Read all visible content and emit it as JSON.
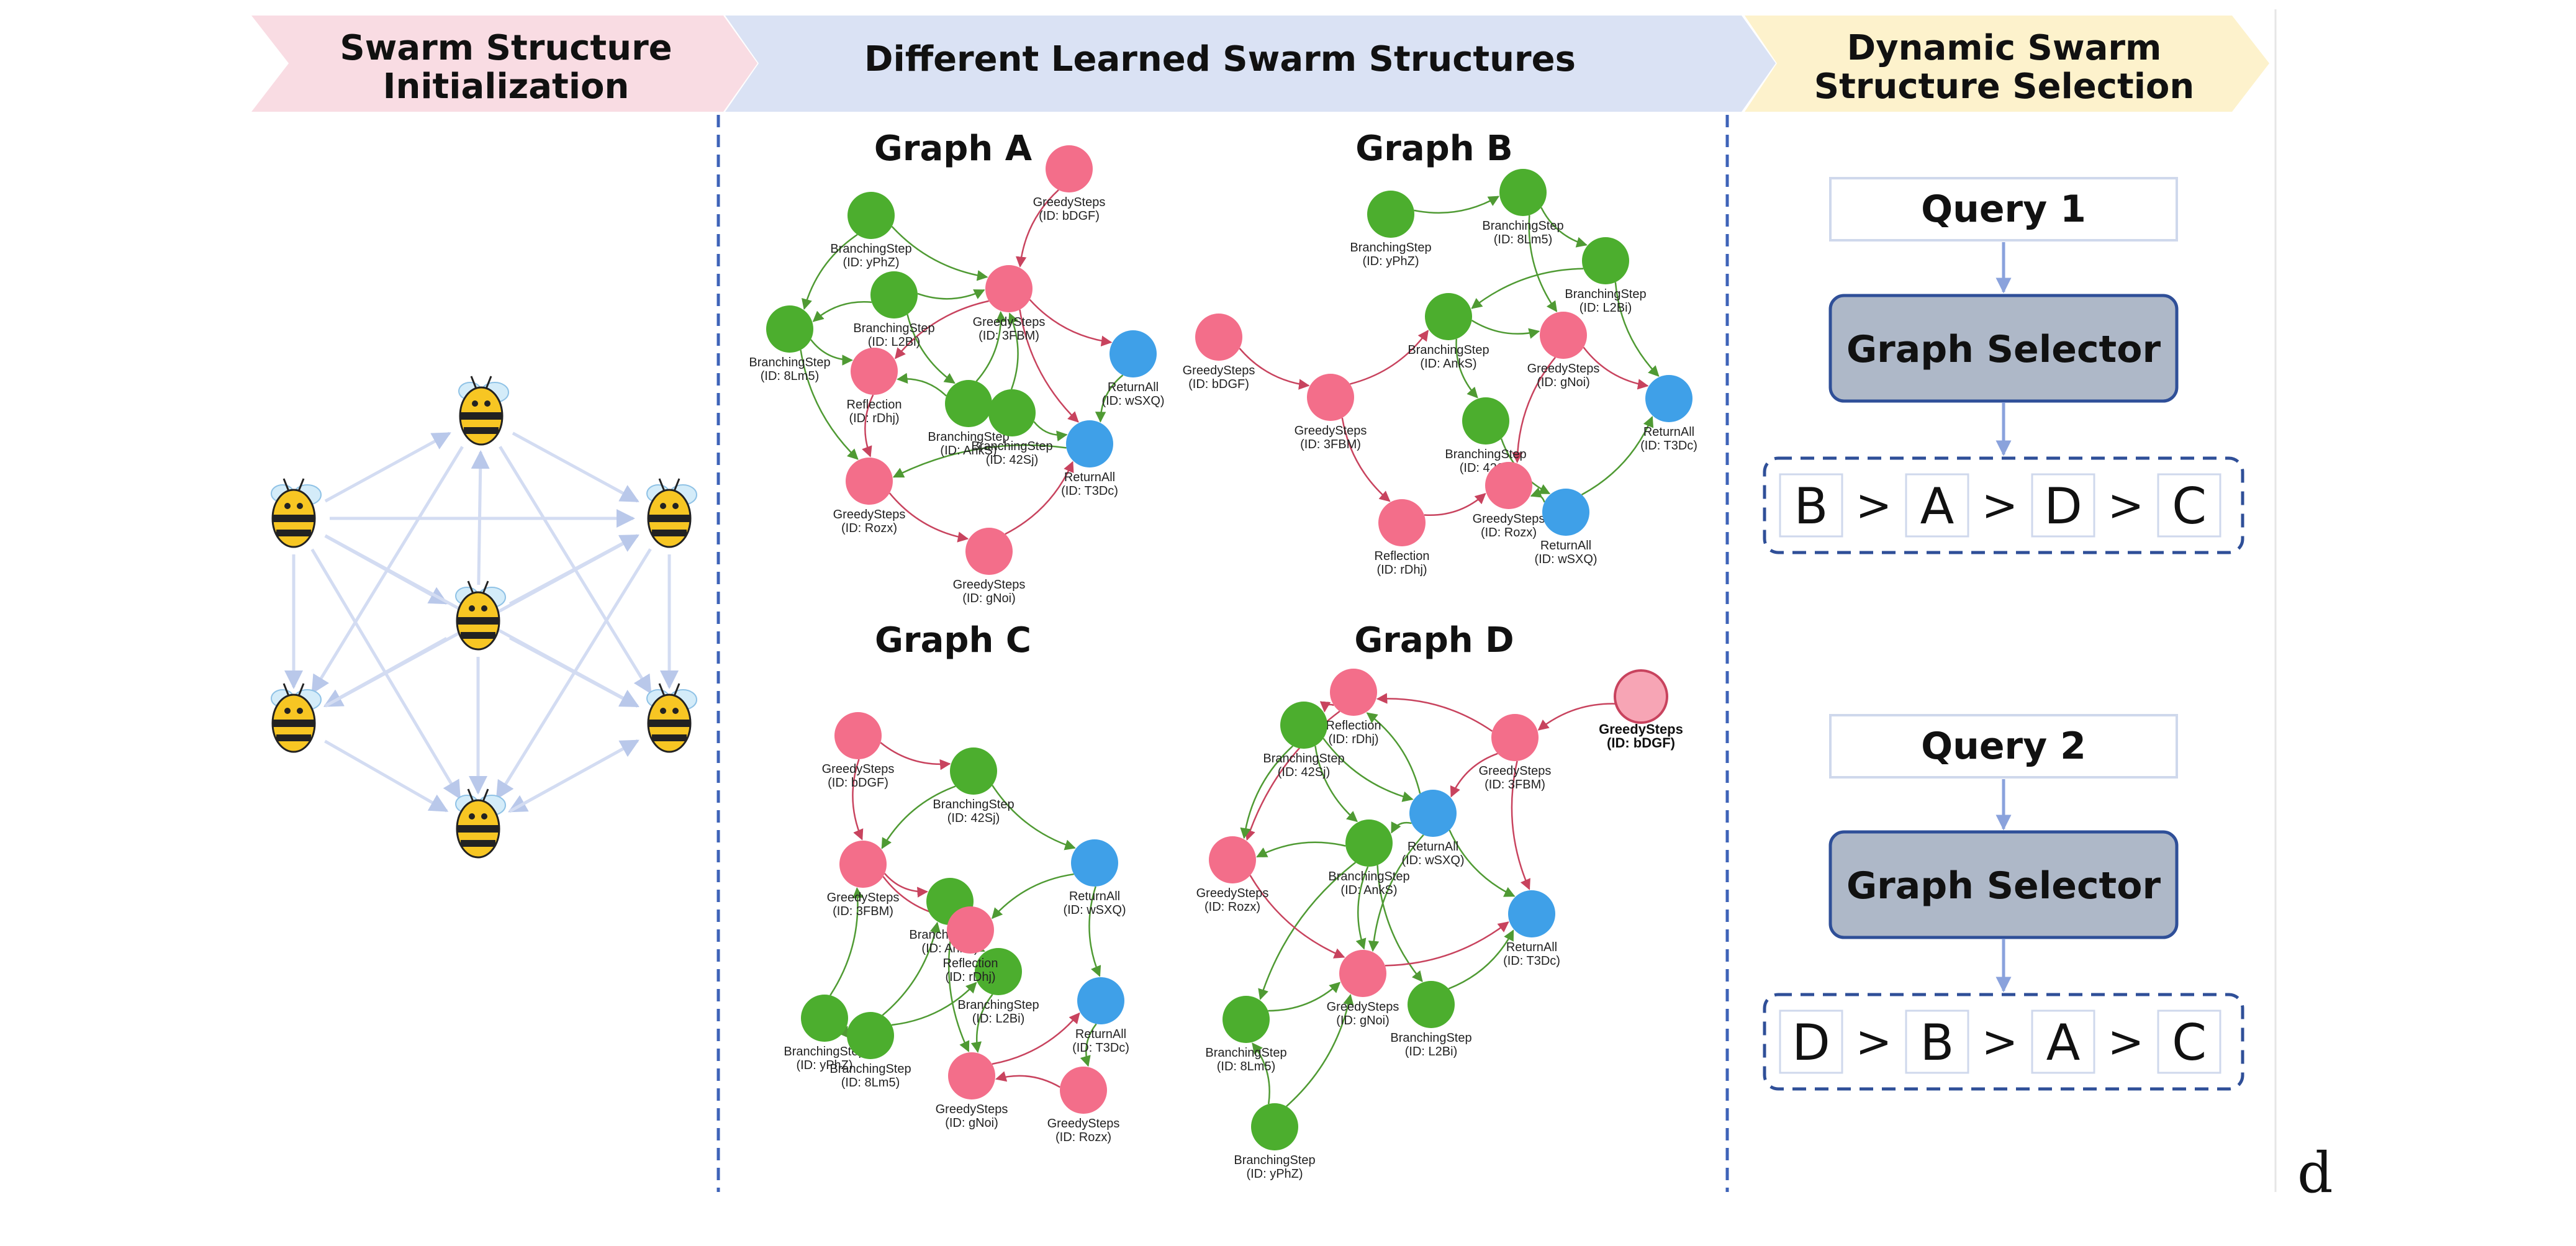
{
  "stages": {
    "init": [
      "Swarm Structure",
      "Initialization"
    ],
    "learned": [
      "Different Learned Swarm Structures"
    ],
    "selection": [
      "Dynamic Swarm",
      "Structure Selection"
    ]
  },
  "colors": {
    "init_header": "#f9dce3",
    "learned_header": "#dae2f4",
    "selection_header": "#fdf2cc",
    "greedy_node": "#f36e8a",
    "branching_node": "#4cae2e",
    "returnall_node": "#3fa0e8",
    "greedy_edge": "#c8435e",
    "branching_edge": "#4f9a33",
    "selector_fill": "#aeb8c8",
    "selector_border": "#2f4f98",
    "dashed_border": "#3e63b8"
  },
  "icons": {
    "swarm_agents": "bee-icon",
    "swarm_edges": "arrow-icon"
  },
  "graphs": [
    {
      "id": "A",
      "title": "Graph A",
      "nodes": [
        {
          "id": "bDGF",
          "type": "GreedySteps",
          "lines": [
            "GreedySteps",
            "(ID: bDGF)"
          ]
        },
        {
          "id": "yPhZ",
          "type": "BranchingStep",
          "lines": [
            "BranchingStep",
            "(ID: yPhZ)"
          ]
        },
        {
          "id": "3FBM",
          "type": "GreedySteps",
          "lines": [
            "GreedySteps",
            "(ID: 3FBM)"
          ]
        },
        {
          "id": "L2Bi",
          "type": "BranchingStep",
          "lines": [
            "BranchingStep",
            "(ID: L2Bi)"
          ]
        },
        {
          "id": "8Lm5",
          "type": "BranchingStep",
          "lines": [
            "BranchingStep",
            "(ID: 8Lm5)"
          ]
        },
        {
          "id": "rDhj",
          "type": "Reflection",
          "lines": [
            "Reflection",
            "(ID: rDhj)"
          ]
        },
        {
          "id": "AnkS",
          "type": "BranchingStep",
          "lines": [
            "BranchingStep",
            "(ID: AnkS)"
          ]
        },
        {
          "id": "42Sj",
          "type": "BranchingStep",
          "lines": [
            "BranchingStep",
            "(ID: 42Sj)"
          ]
        },
        {
          "id": "wSXQ",
          "type": "ReturnAll",
          "lines": [
            "ReturnAll",
            "(ID: wSXQ)"
          ]
        },
        {
          "id": "T3Dc",
          "type": "ReturnAll",
          "lines": [
            "ReturnAll",
            "(ID: T3Dc)"
          ]
        },
        {
          "id": "Rozx",
          "type": "GreedySteps",
          "lines": [
            "GreedySteps",
            "(ID: Rozx)"
          ]
        },
        {
          "id": "gNoi",
          "type": "GreedySteps",
          "lines": [
            "GreedySteps",
            "(ID: gNoi)"
          ]
        }
      ],
      "edges": [
        [
          "bDGF",
          "3FBM"
        ],
        [
          "yPhZ",
          "3FBM"
        ],
        [
          "yPhZ",
          "8Lm5"
        ],
        [
          "L2Bi",
          "8Lm5"
        ],
        [
          "L2Bi",
          "3FBM"
        ],
        [
          "3FBM",
          "rDhj"
        ],
        [
          "3FBM",
          "wSXQ"
        ],
        [
          "3FBM",
          "T3Dc"
        ],
        [
          "8Lm5",
          "rDhj"
        ],
        [
          "8Lm5",
          "Rozx"
        ],
        [
          "L2Bi",
          "AnkS"
        ],
        [
          "AnkS",
          "3FBM"
        ],
        [
          "AnkS",
          "rDhj"
        ],
        [
          "42Sj",
          "3FBM"
        ],
        [
          "42Sj",
          "T3Dc"
        ],
        [
          "rDhj",
          "Rozx"
        ],
        [
          "Rozx",
          "gNoi"
        ],
        [
          "gNoi",
          "T3Dc"
        ],
        [
          "T3Dc",
          "Rozx"
        ],
        [
          "wSXQ",
          "T3Dc"
        ]
      ]
    },
    {
      "id": "B",
      "title": "Graph B",
      "nodes": [
        {
          "id": "yPhZ",
          "type": "BranchingStep",
          "lines": [
            "BranchingStep",
            "(ID: yPhZ)"
          ]
        },
        {
          "id": "8Lm5",
          "type": "BranchingStep",
          "lines": [
            "BranchingStep",
            "(ID: 8Lm5)"
          ]
        },
        {
          "id": "L2Bi",
          "type": "BranchingStep",
          "lines": [
            "BranchingStep",
            "(ID: L2Bi)"
          ]
        },
        {
          "id": "bDGF",
          "type": "GreedySteps",
          "lines": [
            "GreedySteps",
            "(ID: bDGF)"
          ]
        },
        {
          "id": "AnkS",
          "type": "BranchingStep",
          "lines": [
            "BranchingStep",
            "(ID: AnkS)"
          ]
        },
        {
          "id": "gNoi",
          "type": "GreedySteps",
          "lines": [
            "GreedySteps",
            "(ID: gNoi)"
          ]
        },
        {
          "id": "T3Dc",
          "type": "ReturnAll",
          "lines": [
            "ReturnAll",
            "(ID: T3Dc)"
          ]
        },
        {
          "id": "3FBM",
          "type": "GreedySteps",
          "lines": [
            "GreedySteps",
            "(ID: 3FBM)"
          ]
        },
        {
          "id": "42Sj",
          "type": "BranchingStep",
          "lines": [
            "BranchingStep",
            "(ID: 42Sj)"
          ]
        },
        {
          "id": "Rozx",
          "type": "GreedySteps",
          "lines": [
            "GreedySteps",
            "(ID: Rozx)"
          ]
        },
        {
          "id": "rDhj",
          "type": "Reflection",
          "lines": [
            "Reflection",
            "(ID: rDhj)"
          ]
        },
        {
          "id": "wSXQ",
          "type": "ReturnAll",
          "lines": [
            "ReturnAll",
            "(ID: wSXQ)"
          ]
        }
      ],
      "edges": [
        [
          "yPhZ",
          "8Lm5"
        ],
        [
          "8Lm5",
          "L2Bi"
        ],
        [
          "8Lm5",
          "gNoi"
        ],
        [
          "L2Bi",
          "AnkS"
        ],
        [
          "L2Bi",
          "T3Dc"
        ],
        [
          "bDGF",
          "3FBM"
        ],
        [
          "3FBM",
          "AnkS"
        ],
        [
          "3FBM",
          "rDhj"
        ],
        [
          "AnkS",
          "gNoi"
        ],
        [
          "AnkS",
          "42Sj"
        ],
        [
          "gNoi",
          "T3Dc"
        ],
        [
          "gNoi",
          "Rozx"
        ],
        [
          "42Sj",
          "wSXQ"
        ],
        [
          "rDhj",
          "Rozx"
        ],
        [
          "wSXQ",
          "Rozx"
        ],
        [
          "wSXQ",
          "T3Dc"
        ]
      ]
    },
    {
      "id": "C",
      "title": "Graph C",
      "nodes": [
        {
          "id": "bDGF",
          "type": "GreedySteps",
          "lines": [
            "GreedySteps",
            "(ID: bDGF)"
          ]
        },
        {
          "id": "42Sj",
          "type": "BranchingStep",
          "lines": [
            "BranchingStep",
            "(ID: 42Sj)"
          ]
        },
        {
          "id": "wSXQ",
          "type": "ReturnAll",
          "lines": [
            "ReturnAll",
            "(ID: wSXQ)"
          ]
        },
        {
          "id": "3FBM",
          "type": "GreedySteps",
          "lines": [
            "GreedySteps",
            "(ID: 3FBM)"
          ]
        },
        {
          "id": "AnkS",
          "type": "BranchingStep",
          "lines": [
            "BranchingStep",
            "(ID: AnkS)"
          ]
        },
        {
          "id": "L2Bi",
          "type": "BranchingStep",
          "lines": [
            "BranchingStep",
            "(ID: L2Bi)"
          ]
        },
        {
          "id": "rDhj",
          "type": "Reflection",
          "lines": [
            "Reflection",
            "(ID: rDhj)"
          ]
        },
        {
          "id": "T3Dc",
          "type": "ReturnAll",
          "lines": [
            "ReturnAll",
            "(ID: T3Dc)"
          ]
        },
        {
          "id": "yPhZ",
          "type": "BranchingStep",
          "lines": [
            "BranchingStep",
            "(ID: yPhZ)"
          ]
        },
        {
          "id": "8Lm5",
          "type": "BranchingStep",
          "lines": [
            "BranchingStep",
            "(ID: 8Lm5)"
          ]
        },
        {
          "id": "gNoi",
          "type": "GreedySteps",
          "lines": [
            "GreedySteps",
            "(ID: gNoi)"
          ]
        },
        {
          "id": "Rozx",
          "type": "GreedySteps",
          "lines": [
            "GreedySteps",
            "(ID: Rozx)"
          ]
        }
      ],
      "edges": [
        [
          "bDGF",
          "42Sj"
        ],
        [
          "bDGF",
          "3FBM"
        ],
        [
          "42Sj",
          "wSXQ"
        ],
        [
          "42Sj",
          "3FBM"
        ],
        [
          "3FBM",
          "AnkS"
        ],
        [
          "3FBM",
          "rDhj"
        ],
        [
          "AnkS",
          "L2Bi"
        ],
        [
          "AnkS",
          "gNoi"
        ],
        [
          "wSXQ",
          "T3Dc"
        ],
        [
          "wSXQ",
          "rDhj"
        ],
        [
          "yPhZ",
          "3FBM"
        ],
        [
          "yPhZ",
          "8Lm5"
        ],
        [
          "8Lm5",
          "L2Bi"
        ],
        [
          "8Lm5",
          "AnkS"
        ],
        [
          "L2Bi",
          "gNoi"
        ],
        [
          "gNoi",
          "T3Dc"
        ],
        [
          "Rozx",
          "gNoi"
        ],
        [
          "T3Dc",
          "Rozx"
        ]
      ]
    },
    {
      "id": "D",
      "title": "Graph D",
      "nodes": [
        {
          "id": "rDhj",
          "type": "Reflection",
          "lines": [
            "Reflection",
            "(ID: rDhj)"
          ]
        },
        {
          "id": "42Sj",
          "type": "BranchingStep",
          "lines": [
            "BranchingStep",
            "(ID: 42Sj)"
          ]
        },
        {
          "id": "3FBM",
          "type": "GreedySteps",
          "lines": [
            "GreedySteps",
            "(ID: 3FBM)"
          ]
        },
        {
          "id": "bDGF",
          "type": "GreedySteps",
          "lines": [
            "GreedySteps",
            "(ID: bDGF)"
          ]
        },
        {
          "id": "wSXQ",
          "type": "ReturnAll",
          "lines": [
            "ReturnAll",
            "(ID: wSXQ)"
          ]
        },
        {
          "id": "AnkS",
          "type": "BranchingStep",
          "lines": [
            "BranchingStep",
            "(ID: AnkS)"
          ]
        },
        {
          "id": "Rozx",
          "type": "GreedySteps",
          "lines": [
            "GreedySteps",
            "(ID: Rozx)"
          ]
        },
        {
          "id": "T3Dc",
          "type": "ReturnAll",
          "lines": [
            "ReturnAll",
            "(ID: T3Dc)"
          ]
        },
        {
          "id": "gNoi",
          "type": "GreedySteps",
          "lines": [
            "GreedySteps",
            "(ID: gNoi)"
          ]
        },
        {
          "id": "L2Bi",
          "type": "BranchingStep",
          "lines": [
            "BranchingStep",
            "(ID: L2Bi)"
          ]
        },
        {
          "id": "8Lm5",
          "type": "BranchingStep",
          "lines": [
            "BranchingStep",
            "(ID: 8Lm5)"
          ]
        },
        {
          "id": "yPhZ",
          "type": "BranchingStep",
          "lines": [
            "BranchingStep",
            "(ID: yPhZ)"
          ]
        }
      ],
      "edges": [
        [
          "bDGF",
          "3FBM"
        ],
        [
          "3FBM",
          "rDhj"
        ],
        [
          "3FBM",
          "wSXQ"
        ],
        [
          "3FBM",
          "T3Dc"
        ],
        [
          "rDhj",
          "42Sj"
        ],
        [
          "rDhj",
          "Rozx"
        ],
        [
          "42Sj",
          "wSXQ"
        ],
        [
          "42Sj",
          "AnkS"
        ],
        [
          "42Sj",
          "Rozx"
        ],
        [
          "wSXQ",
          "rDhj"
        ],
        [
          "wSXQ",
          "AnkS"
        ],
        [
          "wSXQ",
          "T3Dc"
        ],
        [
          "wSXQ",
          "gNoi"
        ],
        [
          "AnkS",
          "Rozx"
        ],
        [
          "AnkS",
          "gNoi"
        ],
        [
          "AnkS",
          "8Lm5"
        ],
        [
          "AnkS",
          "L2Bi"
        ],
        [
          "Rozx",
          "gNoi"
        ],
        [
          "gNoi",
          "T3Dc"
        ],
        [
          "8Lm5",
          "gNoi"
        ],
        [
          "L2Bi",
          "T3Dc"
        ],
        [
          "yPhZ",
          "gNoi"
        ],
        [
          "yPhZ",
          "8Lm5"
        ]
      ]
    }
  ],
  "queries": [
    {
      "label": "Query 1",
      "selector": "Graph Selector",
      "ranking": [
        "B",
        "A",
        "D",
        "C"
      ]
    },
    {
      "label": "Query 2",
      "selector": "Graph Selector",
      "ranking": [
        "D",
        "B",
        "A",
        "C"
      ]
    }
  ],
  "rank_separator": ">",
  "corner_text": "d"
}
